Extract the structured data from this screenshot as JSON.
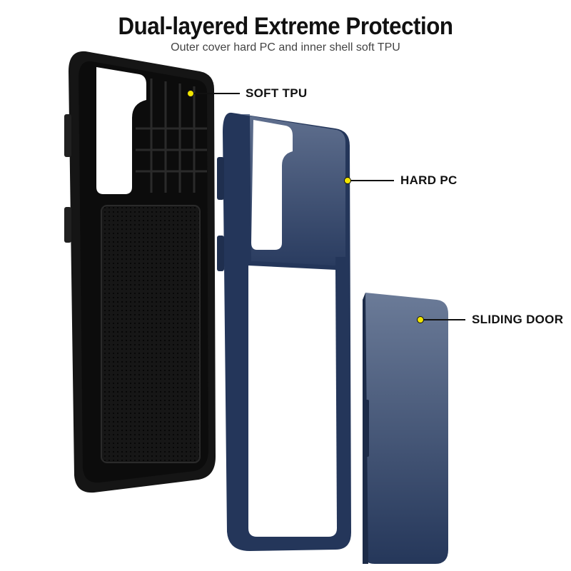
{
  "heading": {
    "title": "Dual-layered Extreme Protection",
    "subtitle": "Outer cover hard PC  and inner shell soft TPU"
  },
  "callouts": [
    {
      "label": "SOFT TPU"
    },
    {
      "label": "HARD PC"
    },
    {
      "label": "SLIDING DOOR"
    }
  ],
  "colors": {
    "tpu_black": "#111111",
    "pc_navy": "#2c3f63",
    "pc_navy_light": "#4a5c7e",
    "dot_yellow": "#f2e500"
  }
}
